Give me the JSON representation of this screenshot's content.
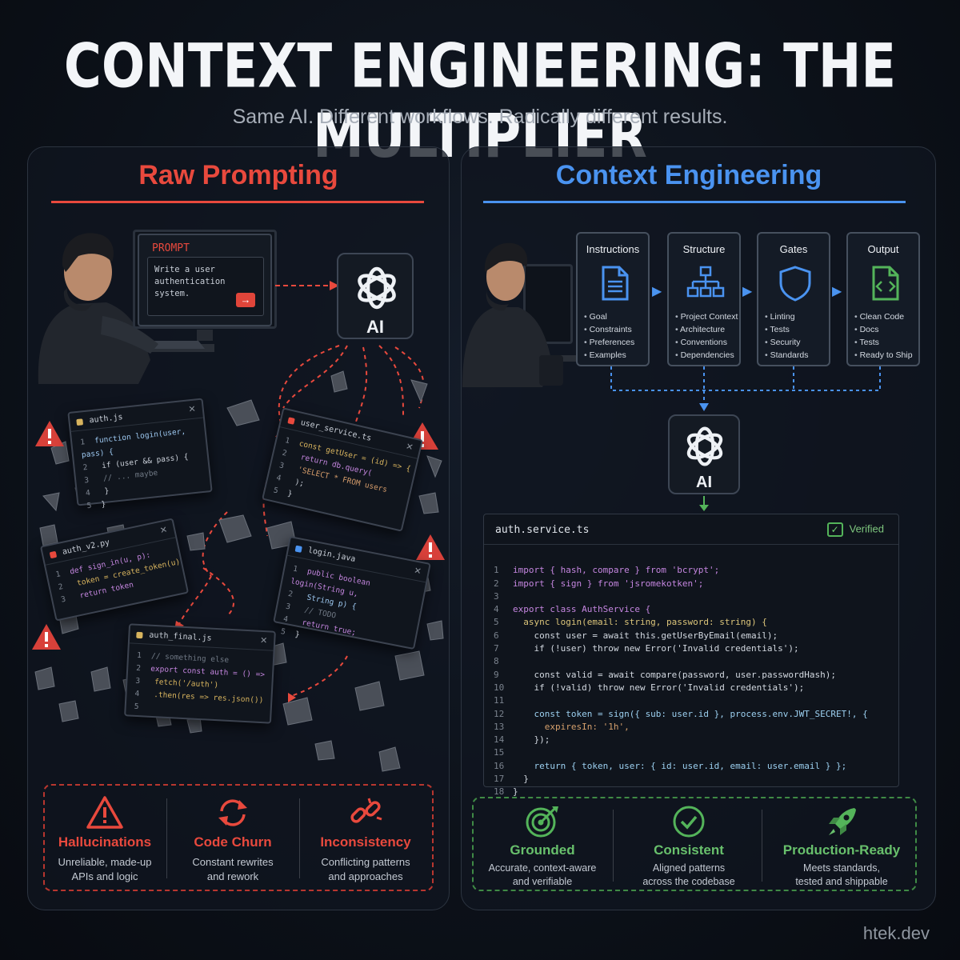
{
  "header": {
    "title": "CONTEXT ENGINEERING: THE MULTIPLIER",
    "subtitle": "Same AI. Different workflows. Radically different results."
  },
  "colors": {
    "raw_accent": "#e8493d",
    "context_accent": "#4a93f0",
    "good_accent": "#54b45a"
  },
  "left": {
    "heading": "Raw Prompting",
    "prompt_label": "PROMPT",
    "prompt_text": "Write a user authentication system.",
    "ai_label": "AI",
    "cards": [
      {
        "title": "auth.js",
        "lines": [
          {
            "n": "1",
            "code": "function login(user, pass) {"
          },
          {
            "n": "2",
            "code": "  if (user && pass) {"
          },
          {
            "n": "3",
            "code": "    // ... maybe"
          },
          {
            "n": "4",
            "code": "  }"
          },
          {
            "n": "5",
            "code": "}"
          }
        ]
      },
      {
        "title": "user_service.ts",
        "lines": [
          {
            "n": "1",
            "code": "const getUser = (id) => {"
          },
          {
            "n": "2",
            "code": "  return db.query("
          },
          {
            "n": "3",
            "code": "    'SELECT * FROM users"
          },
          {
            "n": "4",
            "code": "  );"
          },
          {
            "n": "5",
            "code": "}"
          }
        ]
      },
      {
        "title": "auth_v2.py",
        "lines": [
          {
            "n": "1",
            "code": "def sign_in(u, p):"
          },
          {
            "n": "2",
            "code": "  token = create_token(u)"
          },
          {
            "n": "3",
            "code": "  return token"
          }
        ]
      },
      {
        "title": "login.java",
        "lines": [
          {
            "n": "1",
            "code": "public boolean login(String u,"
          },
          {
            "n": "2",
            "code": "      String p) {"
          },
          {
            "n": "3",
            "code": "  // TODO"
          },
          {
            "n": "4",
            "code": "  return true;"
          },
          {
            "n": "5",
            "code": "}"
          }
        ]
      },
      {
        "title": "auth_final.js",
        "lines": [
          {
            "n": "1",
            "code": "// something else"
          },
          {
            "n": "2",
            "code": "export const auth = () =>"
          },
          {
            "n": "3",
            "code": "  fetch('/auth')"
          },
          {
            "n": "4",
            "code": "   .then(res => res.json())"
          },
          {
            "n": "5",
            "code": ""
          }
        ]
      }
    ],
    "problems": [
      {
        "title": "Hallucinations",
        "desc1": "Unreliable, made-up",
        "desc2": "APIs and logic",
        "icon": "warning-icon"
      },
      {
        "title": "Code Churn",
        "desc1": "Constant rewrites",
        "desc2": "and rework",
        "icon": "refresh-icon"
      },
      {
        "title": "Inconsistency",
        "desc1": "Conflicting patterns",
        "desc2": "and approaches",
        "icon": "broken-link-icon"
      }
    ]
  },
  "right": {
    "heading": "Context Engineering",
    "stages": [
      {
        "title": "Instructions",
        "icon": "document-icon",
        "items": [
          "Goal",
          "Constraints",
          "Preferences",
          "Examples"
        ]
      },
      {
        "title": "Structure",
        "icon": "hierarchy-icon",
        "items": [
          "Project Context",
          "Architecture",
          "Conventions",
          "Dependencies"
        ]
      },
      {
        "title": "Gates",
        "icon": "shield-icon",
        "items": [
          "Linting",
          "Tests",
          "Security",
          "Standards"
        ]
      },
      {
        "title": "Output",
        "icon": "code-file-icon",
        "items": [
          "Clean Code",
          "Docs",
          "Tests",
          "Ready to Ship"
        ]
      }
    ],
    "ai_label": "AI",
    "code_file": "auth.service.ts",
    "verified_label": "Verified",
    "code_lines": [
      {
        "n": "1",
        "code": "import { hash, compare } from 'bcrypt';"
      },
      {
        "n": "2",
        "code": "import { sign } from 'jsromekotken';"
      },
      {
        "n": "3",
        "code": ""
      },
      {
        "n": "4",
        "code": "export class AuthService {"
      },
      {
        "n": "5",
        "code": "  async login(email: string, password: string) {"
      },
      {
        "n": "6",
        "code": "    const user = await this.getUserByEmail(email);"
      },
      {
        "n": "7",
        "code": "    if (!user) throw new Error('Invalid credentials');"
      },
      {
        "n": "8",
        "code": ""
      },
      {
        "n": "9",
        "code": "    const valid = await compare(password, user.passwordHash);"
      },
      {
        "n": "10",
        "code": "    if (!valid) throw new Error('Invalid credentials');"
      },
      {
        "n": "11",
        "code": ""
      },
      {
        "n": "12",
        "code": "    const token = sign({ sub: user.id }, process.env.JWT_SECRET!, {"
      },
      {
        "n": "13",
        "code": "      expiresIn: '1h',"
      },
      {
        "n": "14",
        "code": "    });"
      },
      {
        "n": "15",
        "code": ""
      },
      {
        "n": "16",
        "code": "    return { token, user: { id: user.id, email: user.email } };"
      },
      {
        "n": "17",
        "code": "  }"
      },
      {
        "n": "18",
        "code": "}"
      }
    ],
    "benefits": [
      {
        "title": "Grounded",
        "desc1": "Accurate, context-aware",
        "desc2": "and verifiable",
        "icon": "target-icon"
      },
      {
        "title": "Consistent",
        "desc1": "Aligned patterns",
        "desc2": "across the codebase",
        "icon": "check-circle-icon"
      },
      {
        "title": "Production-Ready",
        "desc1": "Meets standards,",
        "desc2": "tested and shippable",
        "icon": "rocket-icon"
      }
    ]
  },
  "watermark": "htek.dev"
}
